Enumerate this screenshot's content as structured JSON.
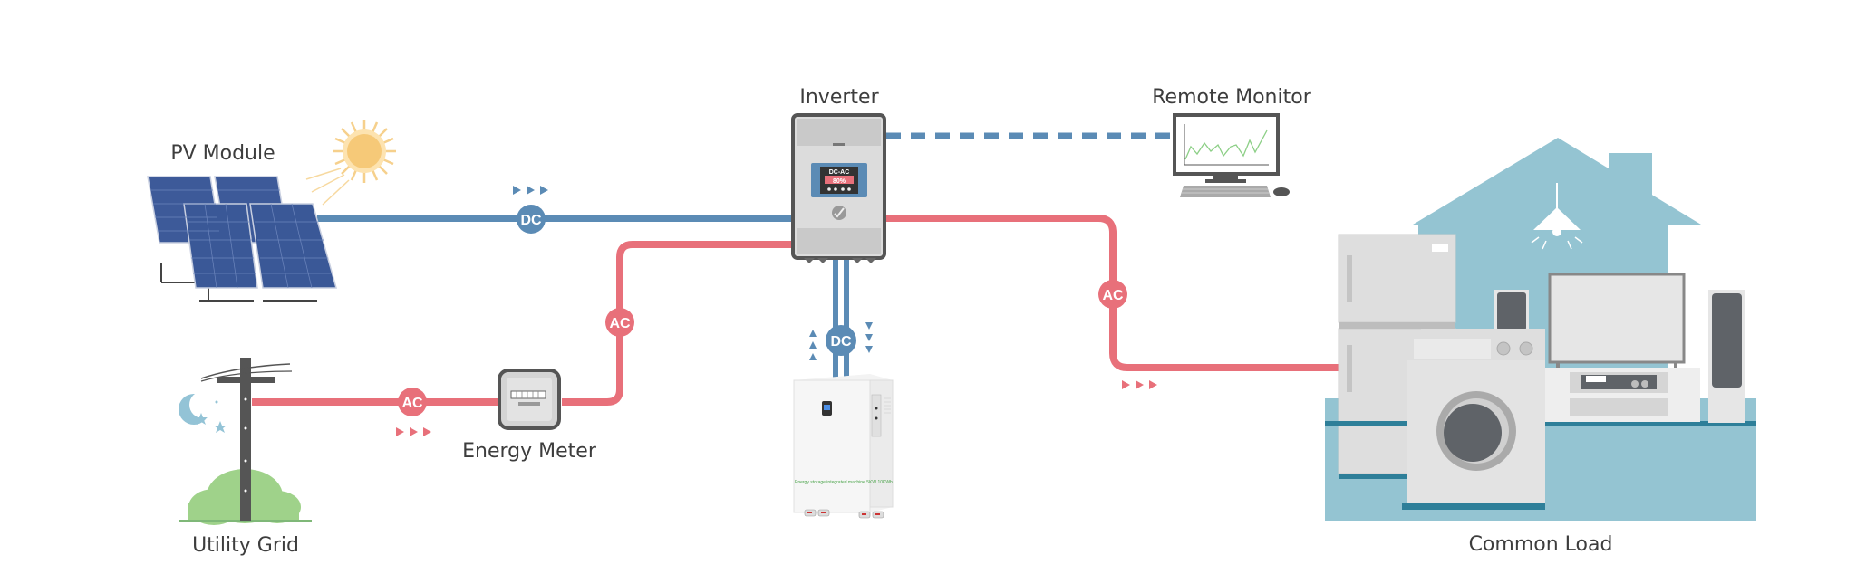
{
  "diagram": {
    "title": "Solar energy storage system diagram",
    "colors": {
      "dc": "#5b8bb5",
      "ac": "#e8707a",
      "house": "#94c4d2",
      "house_dark": "#2e7f99",
      "sun": "#f6c978",
      "grass": "#9fd28a",
      "panel": "#3d5a99"
    },
    "nodes": {
      "pv_module": {
        "label": "PV Module"
      },
      "inverter": {
        "label": "Inverter",
        "display_mode": "DC-AC",
        "display_value": "80%"
      },
      "remote_monitor": {
        "label": "Remote Monitor"
      },
      "utility_grid": {
        "label": "Utility Grid"
      },
      "energy_meter": {
        "label": "Energy Meter"
      },
      "battery": {
        "caption": "Energy storage integrated machine 5KW 10KWh"
      },
      "common_load": {
        "label": "Common Load"
      }
    },
    "connections": {
      "pv_to_inverter": {
        "type": "DC",
        "label": "DC",
        "direction": "to inverter"
      },
      "grid_to_meter": {
        "type": "AC",
        "label": "AC",
        "direction": "to meter"
      },
      "meter_to_inverter": {
        "type": "AC",
        "label": "AC",
        "direction": "to inverter"
      },
      "inverter_to_load": {
        "type": "AC",
        "label": "AC",
        "direction": "to load"
      },
      "inverter_battery": {
        "type": "DC",
        "label": "DC",
        "direction": "bidirectional"
      },
      "inverter_to_monitor": {
        "type": "communication",
        "style": "dashed"
      }
    }
  }
}
